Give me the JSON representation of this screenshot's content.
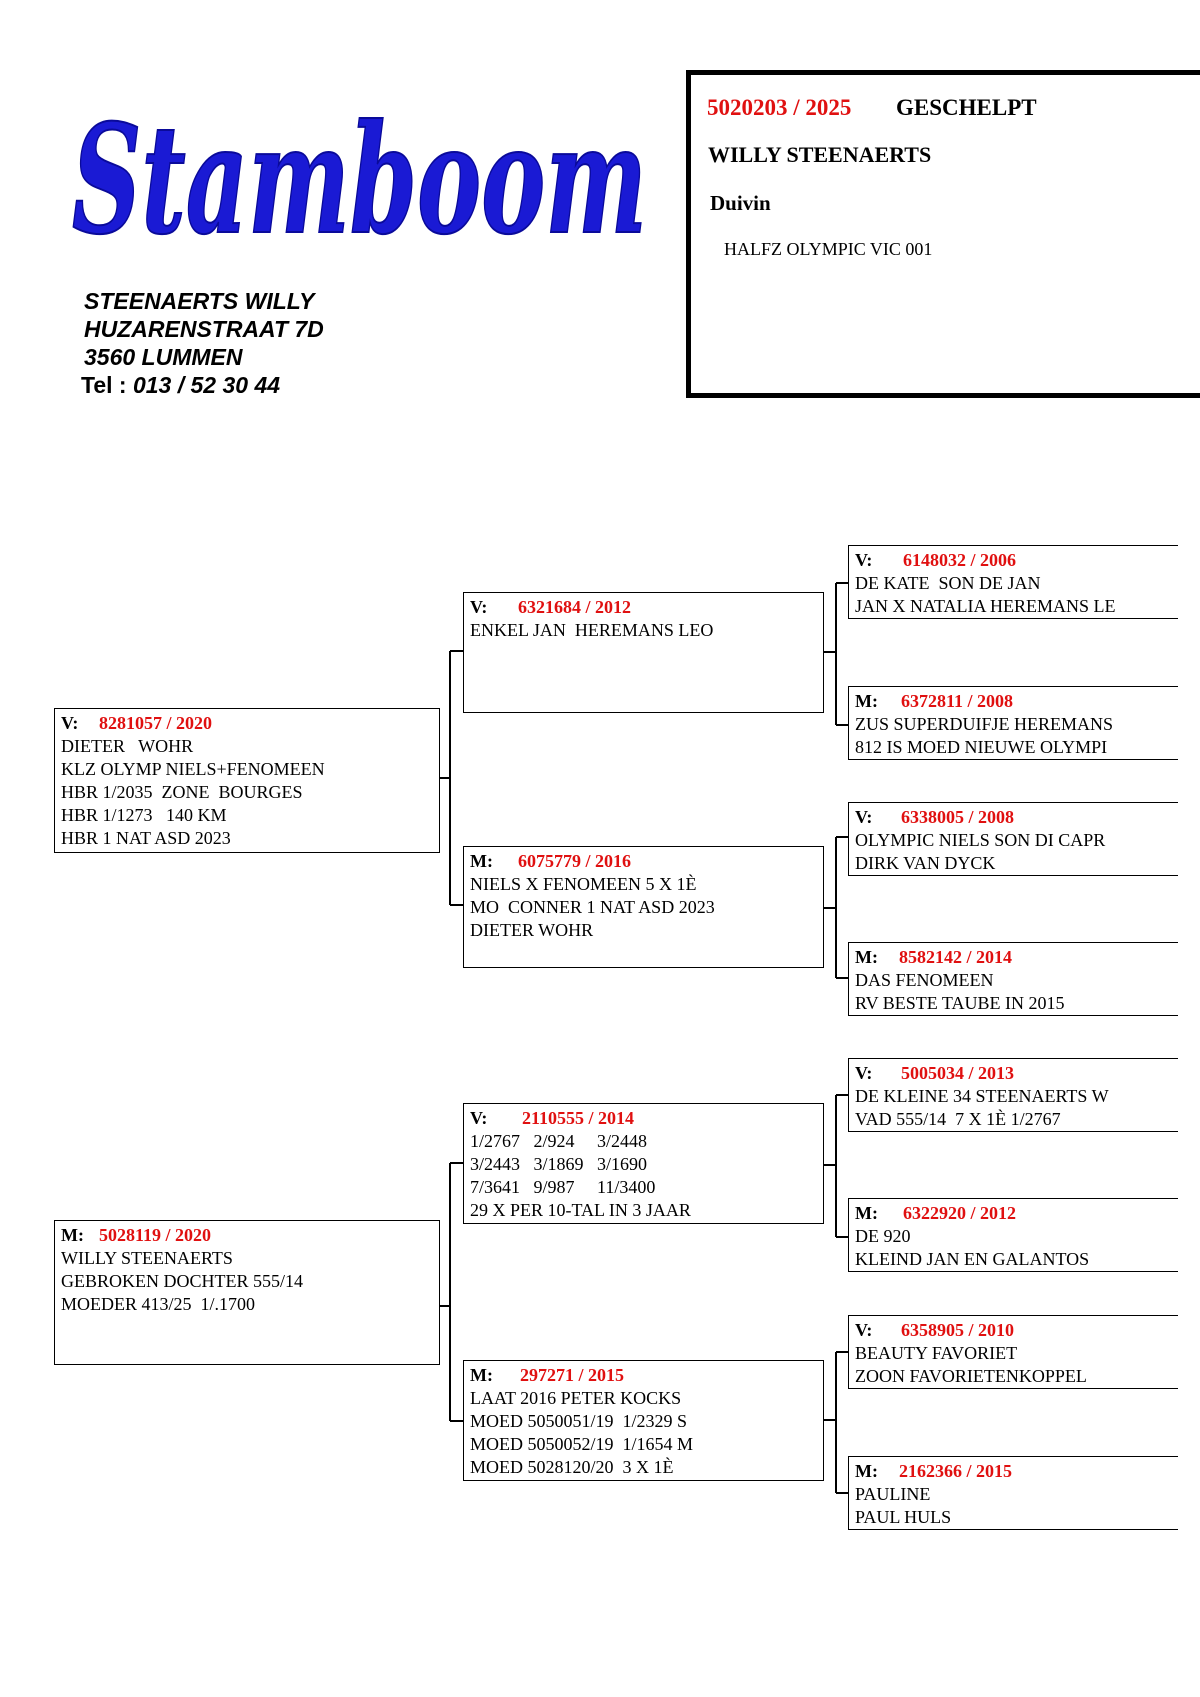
{
  "logo": {
    "text": "Stamboom",
    "color": "#1a1ad4"
  },
  "owner": {
    "name": "STEENAERTS WILLY",
    "street": "HUZARENSTRAAT 7D",
    "city": "3560 LUMMEN",
    "tel_label": "Tel :",
    "tel_number": "013 / 52 30 44"
  },
  "pigeon": {
    "ring": "5020203 / 2025",
    "tag": "GESCHELPT",
    "breeder": "WILLY STEENAERTS",
    "sex": "Duivin",
    "info": "HALFZ OLYMPIC VIC 001"
  },
  "colors": {
    "ring": "#e01010",
    "text": "#000000"
  },
  "sire": {
    "prefix": "V:",
    "ring": "8281057 / 2020",
    "lines": [
      "DIETER   WOHR",
      "KLZ OLYMP NIELS+FENOMEEN",
      "HBR 1/2035  ZONE  BOURGES",
      "HBR 1/1273   140 KM",
      "HBR 1 NAT ASD 2023"
    ]
  },
  "dam": {
    "prefix": "M:",
    "ring": "5028119 / 2020",
    "lines": [
      "WILLY STEENAERTS",
      "GEBROKEN DOCHTER 555/14",
      "MOEDER 413/25  1/.1700"
    ]
  },
  "sire_sire": {
    "prefix": "V:",
    "ring": "6321684 / 2012",
    "lines": [
      "ENKEL JAN  HEREMANS LEO"
    ]
  },
  "sire_dam": {
    "prefix": "M:",
    "ring": "6075779 / 2016",
    "lines": [
      "NIELS X FENOMEEN 5 X 1È",
      "MO  CONNER 1 NAT ASD 2023",
      "DIETER WOHR"
    ]
  },
  "dam_sire": {
    "prefix": "V:",
    "ring": "2110555 / 2014",
    "lines": [
      "1/2767   2/924     3/2448",
      "3/2443   3/1869   3/1690",
      "7/3641   9/987     11/3400",
      "29 X PER 10-TAL IN 3 JAAR"
    ]
  },
  "dam_dam": {
    "prefix": "M:",
    "ring": "297271 / 2015",
    "lines": [
      "LAAT 2016 PETER KOCKS",
      "MOED 5050051/19  1/2329 S",
      "MOED 5050052/19  1/1654 M",
      "MOED 5028120/20  3 X 1È"
    ]
  },
  "ss_sire": {
    "prefix": "V:",
    "ring": "6148032 / 2006",
    "lines": [
      "DE KATE  SON DE JAN",
      "JAN X NATALIA HEREMANS LE"
    ]
  },
  "ss_dam": {
    "prefix": "M:",
    "ring": "6372811 / 2008",
    "lines": [
      "ZUS SUPERDUIFJE HEREMANS",
      "812 IS MOED NIEUWE OLYMPI"
    ]
  },
  "sd_sire": {
    "prefix": "V:",
    "ring": "6338005 / 2008",
    "lines": [
      "OLYMPIC NIELS SON DI CAPR",
      "DIRK VAN DYCK"
    ]
  },
  "sd_dam": {
    "prefix": "M:",
    "ring": "8582142 / 2014",
    "lines": [
      "DAS FENOMEEN",
      "RV BESTE TAUBE IN 2015"
    ]
  },
  "ds_sire": {
    "prefix": "V:",
    "ring": "5005034 / 2013",
    "lines": [
      "DE KLEINE 34 STEENAERTS W",
      "VAD 555/14  7 X 1È 1/2767"
    ]
  },
  "ds_dam": {
    "prefix": "M:",
    "ring": "6322920 / 2012",
    "lines": [
      "DE 920",
      "KLEIND JAN EN GALANTOS"
    ]
  },
  "dd_sire": {
    "prefix": "V:",
    "ring": "6358905 / 2010",
    "lines": [
      "BEAUTY FAVORIET",
      "ZOON FAVORIETENKOPPEL"
    ]
  },
  "dd_dam": {
    "prefix": "M:",
    "ring": "2162366 / 2015",
    "lines": [
      "PAULINE",
      "PAUL HULS"
    ]
  }
}
